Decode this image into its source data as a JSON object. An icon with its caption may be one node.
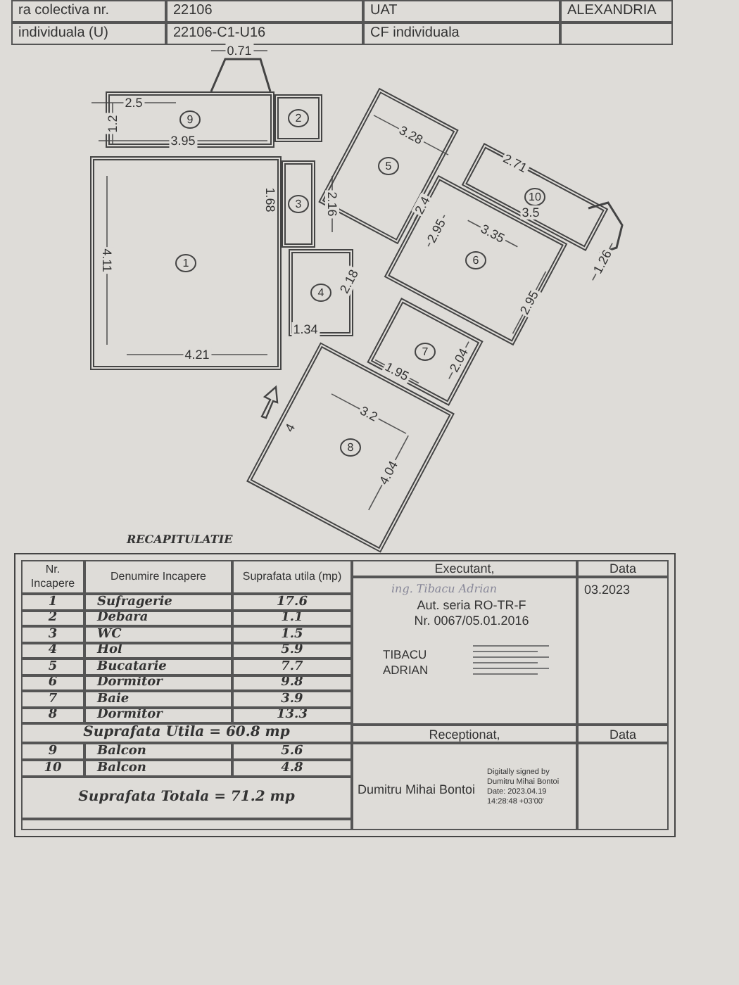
{
  "diagram": {
    "nodes": [
      {
        "text": [
          "9"
        ]
      },
      {
        "text": [
          "2"
        ]
      },
      {
        "text": [
          "10"
        ]
      },
      {
        "text": [
          "5"
        ]
      },
      {
        "text": [
          "3"
        ]
      },
      {
        "text": [
          "1"
        ]
      },
      {
        "text": [
          "6"
        ]
      },
      {
        "text": [
          "4"
        ]
      },
      {
        "text": [
          "7"
        ]
      },
      {
        "text": [
          "8"
        ]
      }
    ],
    "labels": [
      "ra colectiva nr.",
      "22106",
      "UAT",
      "ALEXANDRIA",
      "individuala (U)",
      "22106-C1-U16",
      "CF individuala",
      "0.71",
      "2.5",
      "1.2",
      "3.95",
      "4.11",
      "4.21",
      "1.68",
      "2.16",
      "3.28",
      "2.4",
      "2.95",
      "3.35",
      "2.95",
      "2.71",
      "3.5",
      "1.26",
      "2.18",
      "1.34",
      "1.95",
      "2.04",
      "3.2",
      "4",
      "4.04",
      "RECAPITULATIE",
      "Nr. Incapere",
      "Denumire Incapere",
      "Suprafata utila (mp)",
      "Executant,",
      "Data",
      "1",
      "Sufragerie",
      "17.6",
      "2",
      "Debara",
      "1.1",
      "3",
      "WC",
      "1.5",
      "4",
      "Hol",
      "5.9",
      "5",
      "Bucatarie",
      "7.7",
      "6",
      "Dormitor",
      "9.8",
      "7",
      "Baie",
      "3.9",
      "8",
      "Dormitor",
      "13.3",
      "Suprafata Utila = 60.8 mp",
      "9",
      "Balcon",
      "5.6",
      "10",
      "Balcon",
      "4.8",
      "Suprafata Totala = 71.2 mp",
      "ing. Tibacu Adrian",
      "Aut. seria RO-TR-F",
      "Nr. 0067/05.01.2016",
      "TIBACU ADRIAN",
      "03.2023",
      "Receptionat,",
      "Data",
      "Dumitru Mihai Bontoi",
      "Digitally signed by Dumitru Mihai Bontoi Date: 2023.04.19 14:28:48 +03'00'"
    ]
  }
}
